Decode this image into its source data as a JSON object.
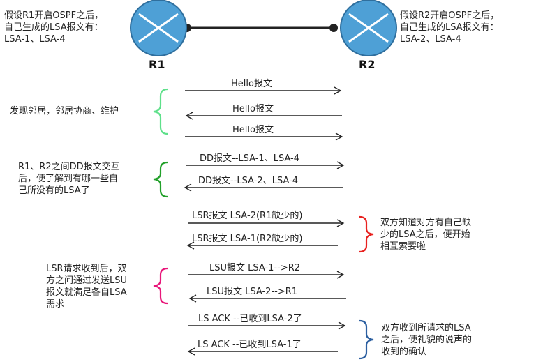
{
  "routers": [
    {
      "name": "R1",
      "note": "假设R1开启OSPF之后，\n自己生成的LSA报文有：\nLSA-1、LSA-4"
    },
    {
      "name": "R2",
      "note": "假设R2开启OSPF之后，\n自己生成的LSA报文有：\nLSA-2、LSA-4"
    }
  ],
  "messages": [
    {
      "label": "Hello报文",
      "direction": "right"
    },
    {
      "label": "Hello报文",
      "direction": "left"
    },
    {
      "label": "Hello报文",
      "direction": "right"
    },
    {
      "label": "DD报文--LSA-1、LSA-4",
      "direction": "right"
    },
    {
      "label": "DD报文--LSA-2、LSA-4",
      "direction": "left"
    },
    {
      "label": "LSR报文  LSA-2(R1缺少的)",
      "direction": "right"
    },
    {
      "label": "LSR报文  LSA-1(R2缺少的)",
      "direction": "left"
    },
    {
      "label": "LSU报文  LSA-1-->R2",
      "direction": "right"
    },
    {
      "label": "LSU报文  LSA-2-->R1",
      "direction": "left"
    },
    {
      "label": "LS ACK --已收到LSA-2了",
      "direction": "right"
    },
    {
      "label": "LS ACK --已收到LSA-1了",
      "direction": "left"
    }
  ],
  "annotations": {
    "neighbor": {
      "text": "发现邻居，邻居协商、维护",
      "color": "#5ee08a"
    },
    "dd": {
      "text": "R1、R2之间DD报文交互\n后，便了解到有哪一些自\n己所没有的LSA了",
      "color": "#22a02a"
    },
    "lsr": {
      "text": "双方知道对方有自己缺\n少的LSA之后，便开始\n相互索要啦",
      "color": "#e8211f"
    },
    "lsu": {
      "text": "LSR请求收到后，双\n方之间通过发送LSU\n报文就满足各自LSA\n需求",
      "color": "#e8177a"
    },
    "ack": {
      "text": "双方收到所请求的LSA\n之后，便礼貌的说声的\n收到的确认",
      "color": "#2c5fa0"
    }
  },
  "colors": {
    "router_fill": "#4ea0d6",
    "router_stroke": "#2f6f9e",
    "line": "#222222"
  }
}
